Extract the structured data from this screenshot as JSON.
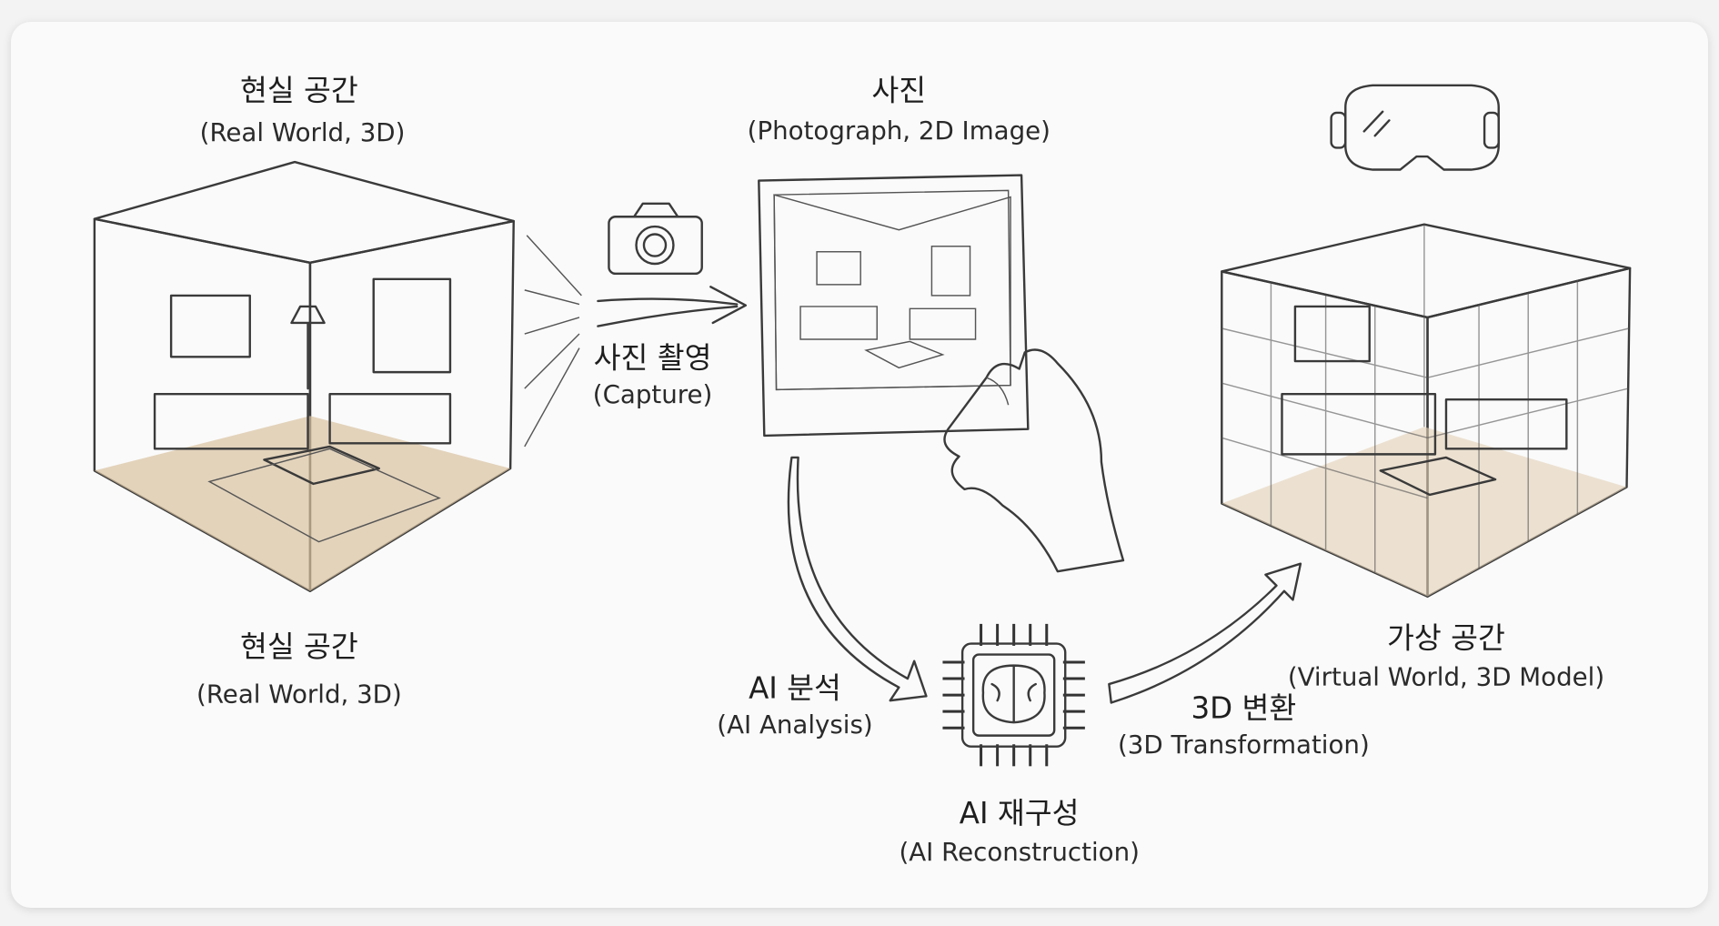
{
  "real_world_top": {
    "title": "현실 공간",
    "subtitle": "(Real World, 3D)"
  },
  "real_world_bottom": {
    "title": "현실 공간",
    "subtitle": "(Real World, 3D)"
  },
  "capture": {
    "title": "사진 촬영",
    "subtitle": "(Capture)",
    "icon": "camera-icon"
  },
  "photograph": {
    "title": "사진",
    "subtitle": "(Photograph, 2D Image)"
  },
  "ai_analysis": {
    "title": "AI 분석",
    "subtitle": "(AI Analysis)"
  },
  "ai_reconstruction": {
    "title": "AI 재구성",
    "subtitle": "(AI Reconstruction)",
    "icon": "ai-chip-brain-icon"
  },
  "transformation": {
    "title": "3D 변환",
    "subtitle": "(3D Transformation)"
  },
  "virtual_world": {
    "title": "가상 공간",
    "subtitle": "(Virtual World, 3D Model)",
    "icon": "vr-headset-icon"
  },
  "colors": {
    "wall": "#efe6d6",
    "floor": "#d9c2a0",
    "ink": "#3a3a3a",
    "arrow": "#dde3e6"
  }
}
